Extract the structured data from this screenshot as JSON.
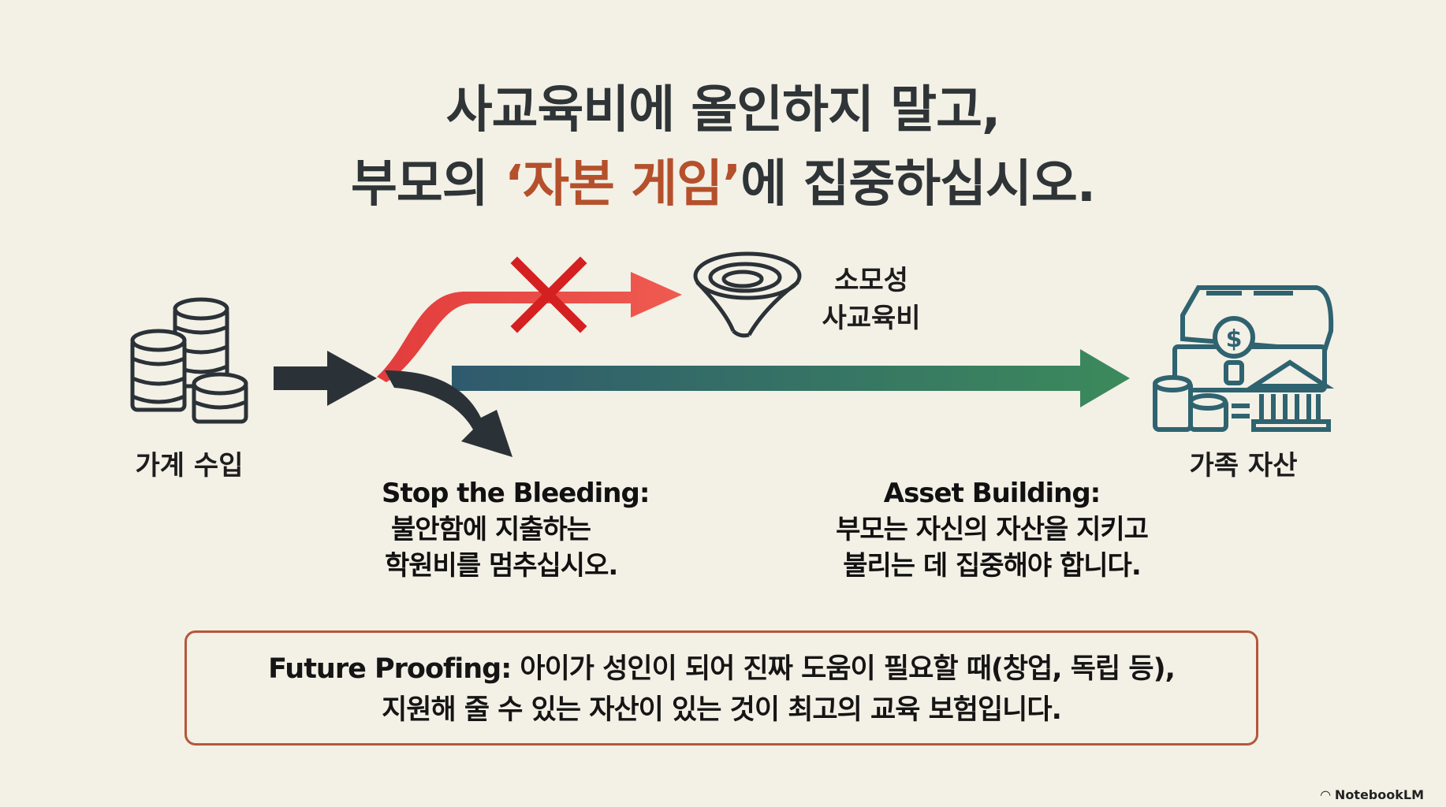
{
  "title": {
    "line1": "사교육비에 올인하지 말고,",
    "line2_prefix": "부모의 ",
    "line2_accent": "‘자본 게임’",
    "line2_suffix": "에 집중하십시오."
  },
  "nodes": {
    "income": "가계 수입",
    "waste_line1": "소모성",
    "waste_line2": "사교육비",
    "assets": "가족 자산"
  },
  "stop_bleeding": {
    "heading": "Stop the Bleeding:",
    "line1": "불안함에 지출하는",
    "line2": "학원비를 멈추십시오."
  },
  "asset_building": {
    "heading": "Asset Building:",
    "line1": "부모는 자신의 자산을 지키고",
    "line2": "불리는 데 집중해야 합니다."
  },
  "future": {
    "line1": "Future Proofing: 아이가 성인이 되어 진짜 도움이 필요할 때(창업, 독립 등),",
    "line2": "지원해 줄 수 있는 자산이 있는 것이 최고의 교육 보험입니다."
  },
  "brand": "NotebookLM",
  "colors": {
    "accent": "#b5502c",
    "red": "#e94a47",
    "teal": "#2f5f6e",
    "green": "#3c8a5c",
    "dark": "#2b3237"
  }
}
